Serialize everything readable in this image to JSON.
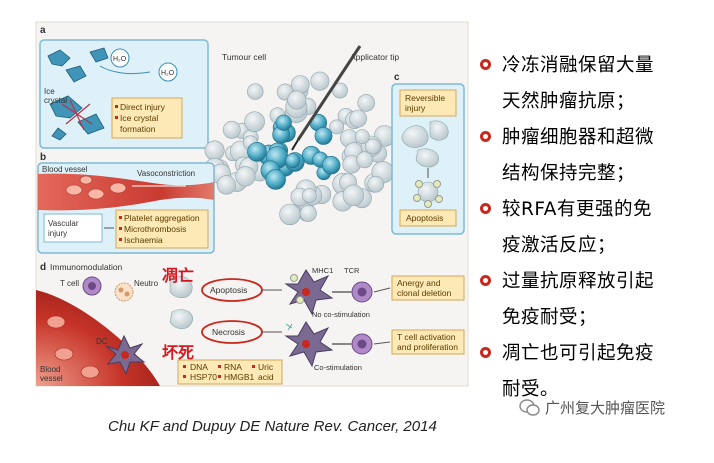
{
  "panel_a": {
    "letter": "a",
    "tumour_cell": "Tumour cell",
    "applicator_tip": "Applicator tip",
    "ice_crystal": [
      "Ice",
      "crystal"
    ],
    "h2o": "H₂O",
    "injury_items": [
      "Direct injury",
      "Ice crystal",
      "formation"
    ]
  },
  "panel_b": {
    "letter": "b",
    "blood_vessel": "Blood vessel",
    "vasoconstriction": "Vasoconstriction",
    "vascular_injury": [
      "Vascular",
      "injury"
    ],
    "items": [
      "Platelet aggregation",
      "Microthrombosis",
      "Ischaemia"
    ]
  },
  "panel_c": {
    "letter": "c",
    "reversible": [
      "Reversible",
      "injury"
    ],
    "apoptosis": "Apoptosis"
  },
  "panel_d": {
    "letter": "d",
    "title": "Immunomodulation",
    "t_cell": "T cell",
    "neutro": "Neutro",
    "dc": "DC",
    "blood_vessel": [
      "Blood",
      "vessel"
    ],
    "apoptosis": "Apoptosis",
    "necrosis": "Necrosis",
    "mhc1": "MHC1",
    "tcr": "TCR",
    "no_costim": "No co-stimulation",
    "costim": "Co-stimulation",
    "anergy": [
      "Anergy and",
      "clonal deletion"
    ],
    "activation": [
      "T cell activation",
      "and proliferation"
    ],
    "dna": "DNA",
    "rna": "RNA",
    "uric": "Uric",
    "hsp70": "HSP70",
    "hmgb1": "HMGB1",
    "acid": "acid"
  },
  "annotations": {
    "apoptosis_cn": "凋亡",
    "necrosis_cn": "坏死"
  },
  "bullets": [
    {
      "lines": [
        "冷冻消融保留大量",
        "天然肿瘤抗原；"
      ]
    },
    {
      "lines": [
        "肿瘤细胞器和超微",
        "结构保持完整；"
      ]
    },
    {
      "lines": [
        "较RFA有更强的免",
        "疫激活反应；"
      ]
    },
    {
      "lines": [
        "过量抗原释放引起",
        "免疫耐受；"
      ]
    },
    {
      "lines": [
        "凋亡也可引起免疫",
        "耐受。"
      ]
    }
  ],
  "caption": "Chu KF and Dupuy DE Nature Rev. Cancer, 2014",
  "watermark": "广州复大肿瘤医院",
  "colors": {
    "panel_blue": "#dff1f8",
    "panel_border": "#7fb9d3",
    "box_yellow": "#fde9b5",
    "tumour_cyan": "#5fb8cf",
    "vessel_red": "#cc3a34",
    "accent_red": "#c8281e"
  }
}
